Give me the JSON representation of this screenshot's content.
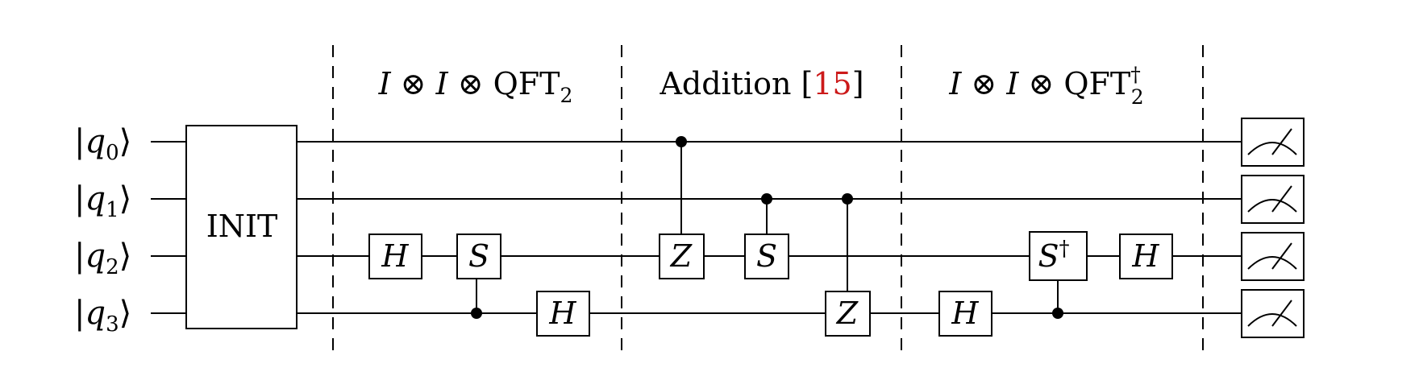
{
  "qubits": [
    {
      "name": "q",
      "index": "0"
    },
    {
      "name": "q",
      "index": "1"
    },
    {
      "name": "q",
      "index": "2"
    },
    {
      "name": "q",
      "index": "3"
    }
  ],
  "init_label": "INIT",
  "sections": [
    {
      "id": "qft",
      "op_a": "I",
      "otimes": "⊗",
      "op_b": "I",
      "qft": "QFT",
      "sub": "2",
      "sup": ""
    },
    {
      "id": "addition",
      "text": "Addition [",
      "ref": "15",
      "close": "]",
      "ref_color": "#cc1a1a"
    },
    {
      "id": "iqft",
      "op_a": "I",
      "otimes": "⊗",
      "op_b": "I",
      "qft": "QFT",
      "sub": "2",
      "sup": "†"
    }
  ],
  "gates": [
    {
      "id": "h-q2-qft",
      "label": "H",
      "qubit": 2
    },
    {
      "id": "s-q2-qft",
      "label": "S",
      "qubit": 2,
      "control": 3
    },
    {
      "id": "h-q3-qft",
      "label": "H",
      "qubit": 3
    },
    {
      "id": "z-q2-add",
      "label": "Z",
      "qubit": 2,
      "control": 0
    },
    {
      "id": "s-q2-add",
      "label": "S",
      "qubit": 2,
      "control": 1
    },
    {
      "id": "z-q3-add",
      "label": "Z",
      "qubit": 3,
      "control": 1
    },
    {
      "id": "h-q3-iqft",
      "label": "H",
      "qubit": 3
    },
    {
      "id": "sdg-q2-iqft",
      "label": "S",
      "label_sup": "†",
      "qubit": 2,
      "control": 3
    },
    {
      "id": "h-q2-iqft",
      "label": "H",
      "qubit": 2
    }
  ],
  "measurements": 4
}
